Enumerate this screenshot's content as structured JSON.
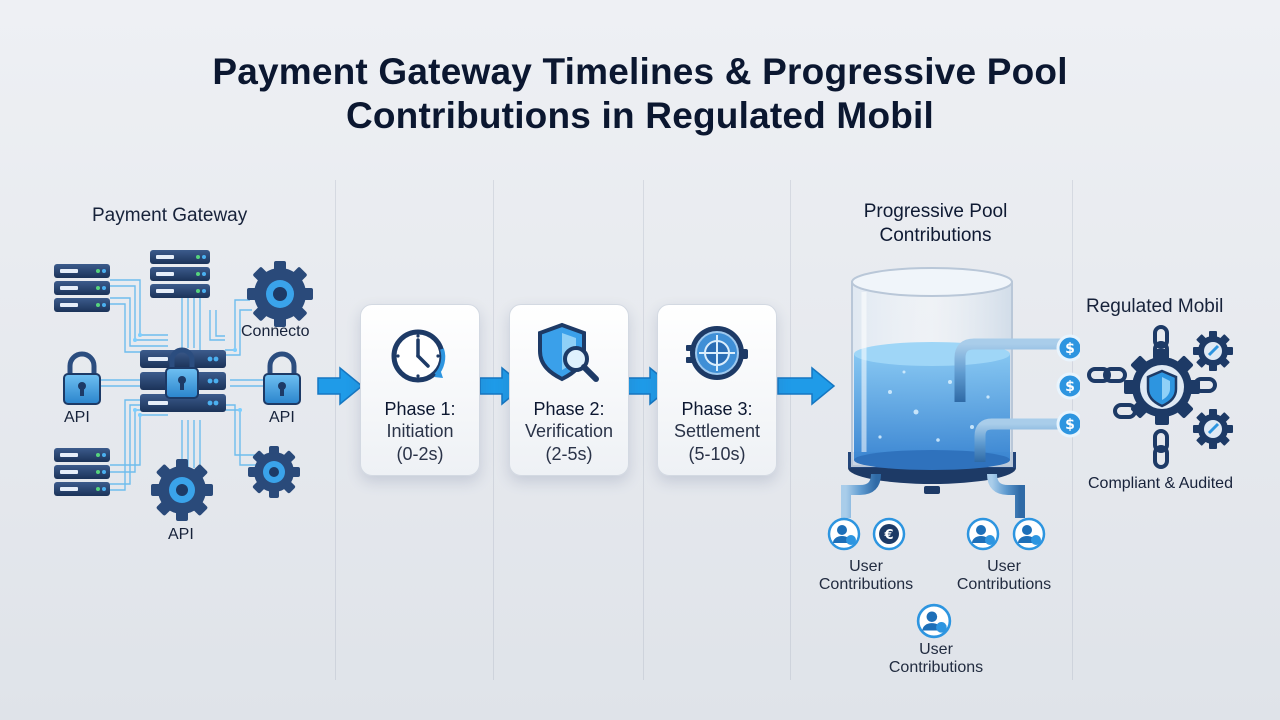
{
  "title": {
    "line1": "Payment Gateway Timelines & Progressive Pool",
    "line2": "Contributions in Regulated Mobil"
  },
  "gateway": {
    "heading": "Payment Gateway",
    "connector_label": "Connecto",
    "api_left": "API",
    "api_right": "API",
    "api_bottom": "API"
  },
  "phases": [
    {
      "title": "Phase 1:",
      "name": "Initiation",
      "duration": "(0-2s)",
      "icon": "clock-icon"
    },
    {
      "title": "Phase 2:",
      "name": "Verification",
      "duration": "(2-5s)",
      "icon": "shield-search-icon"
    },
    {
      "title": "Phase 3:",
      "name": "Settlement",
      "duration": "(5-10s)",
      "icon": "vault-icon"
    }
  ],
  "pool": {
    "heading_line1": "Progressive Pool",
    "heading_line2": "Contributions",
    "user_label_line1": "User",
    "user_label_line2": "Contributions"
  },
  "regulated": {
    "heading": "Regulated Mobil",
    "footer": "Compliant & Audited"
  },
  "colors": {
    "accent": "#1f9be8",
    "navy": "#1d3a66",
    "water": "#5aa8e6"
  }
}
